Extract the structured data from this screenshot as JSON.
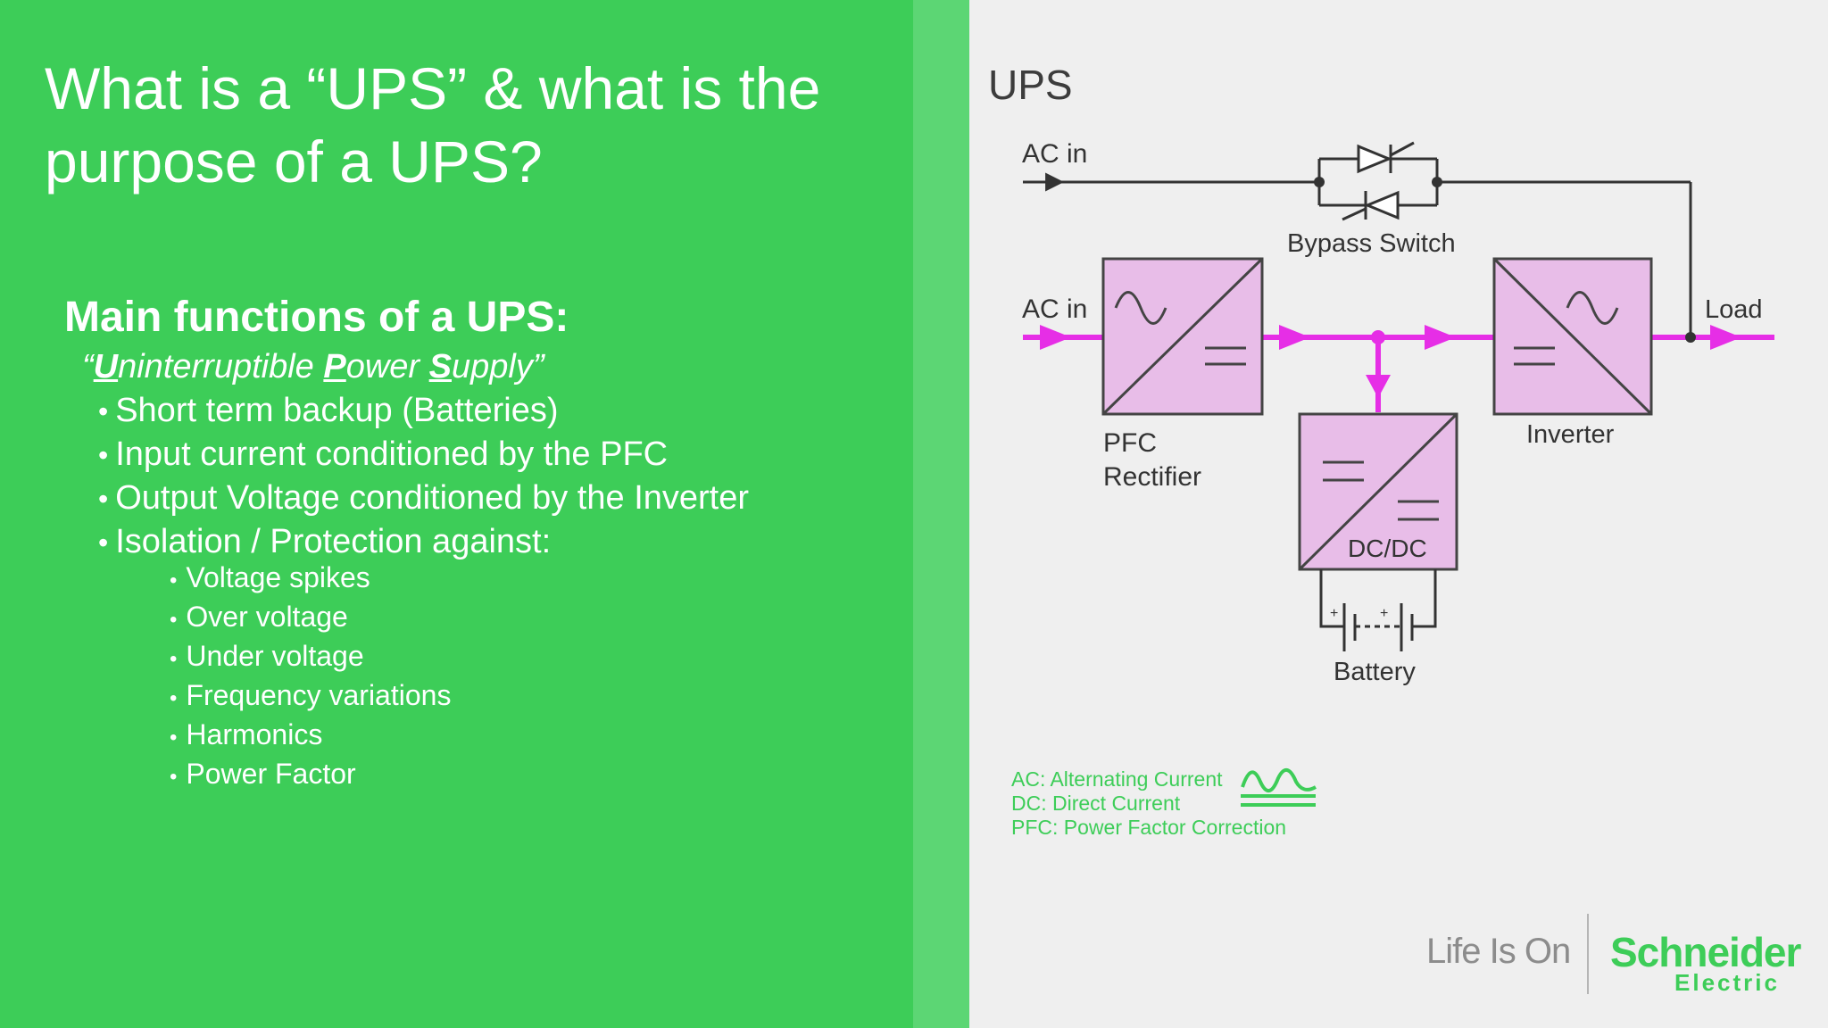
{
  "slide": {
    "title": "What is a “UPS” & what is the purpose of a UPS?",
    "main_heading": "Main functions of a UPS:",
    "subtitle": {
      "open_quote": "“",
      "letter_u": "U",
      "rest_u": "ninterruptible ",
      "letter_p": "P",
      "rest_p": "ower ",
      "letter_s": "S",
      "rest_s": "upply”"
    },
    "bullets": [
      "Short term backup (Batteries)",
      "Input current conditioned by the PFC",
      "Output Voltage conditioned by the Inverter",
      "Isolation / Protection against:"
    ],
    "sub_bullets": [
      "Voltage spikes",
      "Over voltage",
      "Under voltage",
      "Frequency variations",
      "Harmonics",
      "Power Factor"
    ]
  },
  "diagram": {
    "label": "UPS",
    "ac_in_top": "AC in",
    "ac_in_main": "AC in",
    "bypass_switch": "Bypass Switch",
    "load": "Load",
    "pfc_line1": "PFC",
    "pfc_line2": "Rectifier",
    "inverter": "Inverter",
    "dcdc": "DC/DC",
    "battery": "Battery",
    "colors": {
      "power_flow": "#e62ee6",
      "block_fill": "#e8bde8",
      "wire": "#333333"
    }
  },
  "legend": [
    "AC: Alternating Current",
    "DC: Direct Current",
    "PFC: Power Factor Correction"
  ],
  "branding": {
    "tagline": "Life Is On",
    "brand_name": "Schneider",
    "brand_sub": "Electric"
  },
  "colors": {
    "green": "#3dcd58",
    "light_stripe": "#5cd674",
    "background": "#efefef"
  }
}
